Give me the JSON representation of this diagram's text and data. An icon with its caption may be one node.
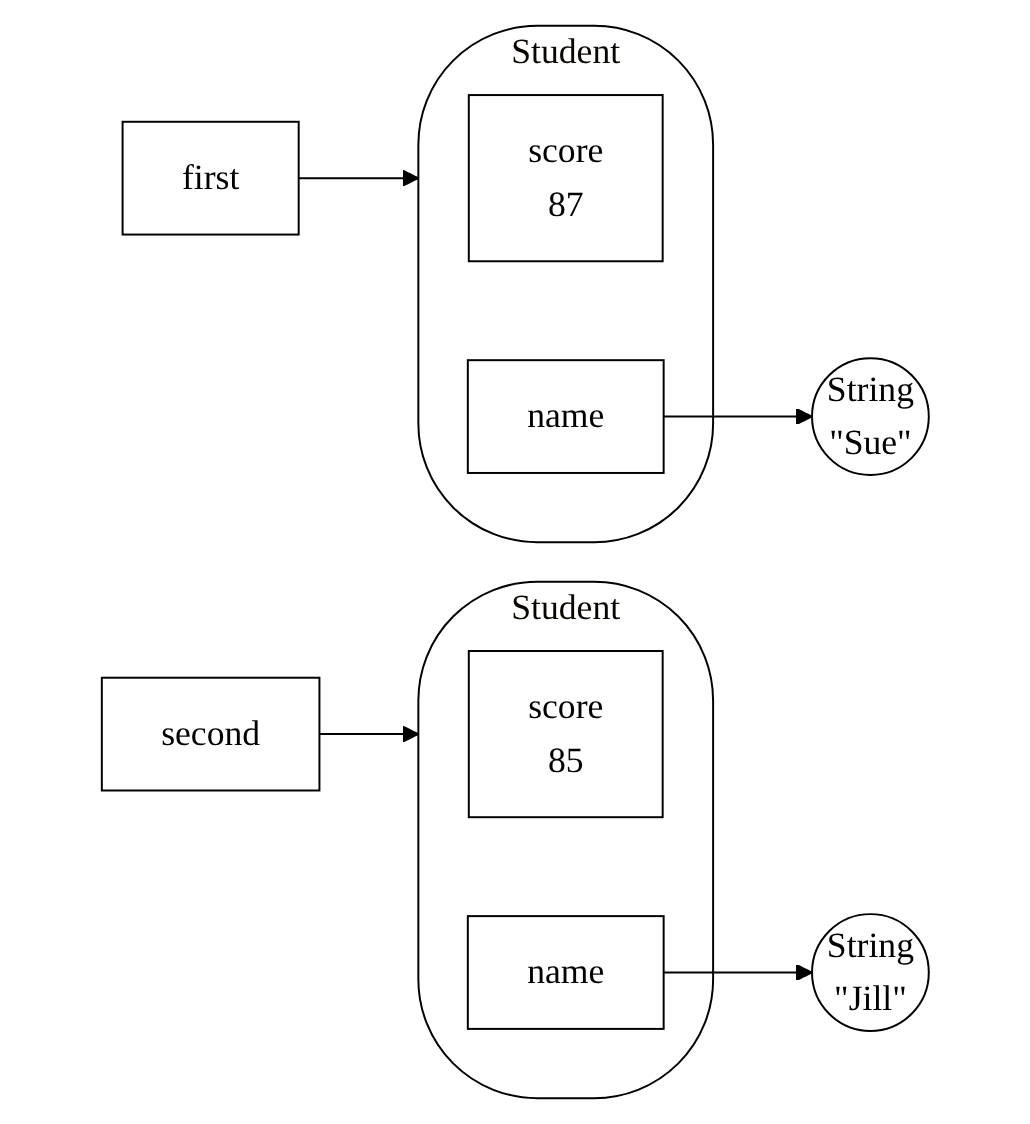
{
  "diagram": {
    "nodes": [
      {
        "text": [
          "first"
        ]
      },
      {
        "text": [
          "Student"
        ]
      },
      {
        "text": [
          "score",
          "87"
        ],
        "in": 1
      },
      {
        "text": [
          "name"
        ],
        "in": 1
      },
      {
        "text": [
          "String",
          "\"Sue\""
        ]
      },
      {
        "text": [
          "second"
        ]
      },
      {
        "text": [
          "Student"
        ]
      },
      {
        "text": [
          "score",
          "85"
        ],
        "in": 6
      },
      {
        "text": [
          "name"
        ],
        "in": 6
      },
      {
        "text": [
          "String",
          "\"Jill\""
        ]
      }
    ],
    "edges": [
      {
        "from": 0,
        "to": 1,
        "arrow": "to"
      },
      {
        "from": 3,
        "to": 4,
        "arrow": "to"
      },
      {
        "from": 5,
        "to": 6,
        "arrow": "to"
      },
      {
        "from": 8,
        "to": 9,
        "arrow": "to"
      }
    ]
  }
}
